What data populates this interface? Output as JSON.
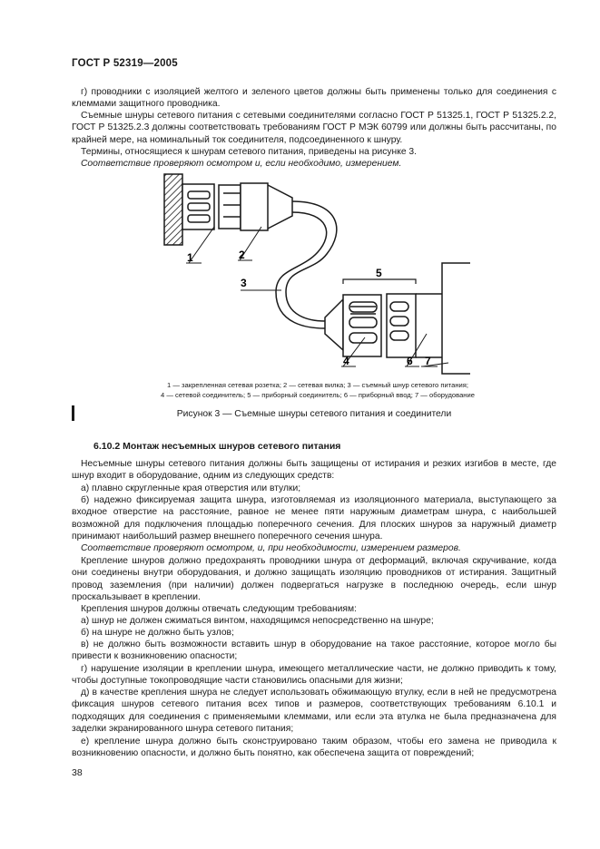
{
  "header": "ГОСТ Р 52319—2005",
  "paragraphs_top": [
    "г) проводники с изоляцией желтого и зеленого цветов должны быть применены только для соединения с клеммами защитного проводника.",
    "Съемные шнуры сетевого питания с сетевыми соединителями согласно ГОСТ Р 51325.1, ГОСТ Р 51325.2.2, ГОСТ Р 51325.2.3 должны соответствовать требованиям ГОСТ Р МЭК 60799 или должны быть рассчитаны, по крайней мере, на номинальный ток соединителя, подсоединенного к шнуру.",
    "Термины, относящиеся к шнурам сетевого питания, приведены на рисунке 3.",
    "Соответствие проверяют осмотром и, если необходимо, измерением."
  ],
  "figure": {
    "labels": [
      "1",
      "2",
      "3",
      "4",
      "5",
      "6",
      "7"
    ],
    "legend_line1": "1 — закрепленная сетевая розетка; 2 — сетевая вилка; 3 — съемный шнур сетевого питания;",
    "legend_line2": "4 — сетевой соединитель; 5 — приборный соединитель; 6 — приборный ввод; 7 — оборудование",
    "title": "Рисунок 3 — Съемные шнуры сетевого питания и соединители"
  },
  "section_title": "6.10.2 Монтаж несъемных шнуров сетевого питания",
  "paragraphs_bottom": [
    "Несъемные шнуры сетевого питания должны быть защищены от истирания и резких изгибов в месте, где шнур входит в оборудование, одним из следующих средств:",
    "а) плавно скругленные края отверстия или втулки;",
    "б) надежно фиксируемая защита шнура, изготовляемая из изоляционного материала, выступающего за входное отверстие на расстояние, равное не менее пяти наружным диаметрам шнура, с наибольшей возможной для подключения площадью поперечного сечения. Для плоских шнуров за наружный диаметр принимают наибольший размер внешнего поперечного сечения шнура.",
    "Соответствие проверяют осмотром, и, при необходимости, измерением размеров.",
    "Крепление шнуров должно предохранять проводники шнура от деформаций, включая скручивание, когда они соединены внутри оборудования, и должно защищать изоляцию проводников от истирания. Защитный провод заземления (при наличии) должен подвергаться нагрузке в последнюю очередь, если шнур проскальзывает в креплении.",
    "Крепления шнуров должны отвечать следующим требованиям:",
    "а) шнур не должен сжиматься винтом, находящимся непосредственно на шнуре;",
    "б) на шнуре не должно быть узлов;",
    "в) не должно быть возможности вставить шнур в оборудование на такое расстояние, которое могло бы привести к возникновению опасности;",
    "г) нарушение изоляции в креплении шнура, имеющего металлические части, не должно приводить к тому, чтобы доступные токопроводящие части становились опасными для жизни;",
    "д) в качестве крепления шнура не следует использовать обжимающую втулку, если в ней не предусмотрена фиксация шнуров сетевого питания всех типов и размеров, соответствующих требованиям 6.10.1 и подходящих для соединения с применяемыми клеммами, или если эта втулка не была предназначена для заделки экранированного шнура сетевого питания;",
    "е) крепление шнура должно быть сконструировано таким образом, чтобы его замена не приводила к возникновению опасности, и должно быть понятно, как обеспечена защита от повреждений;"
  ],
  "page_number": "38"
}
